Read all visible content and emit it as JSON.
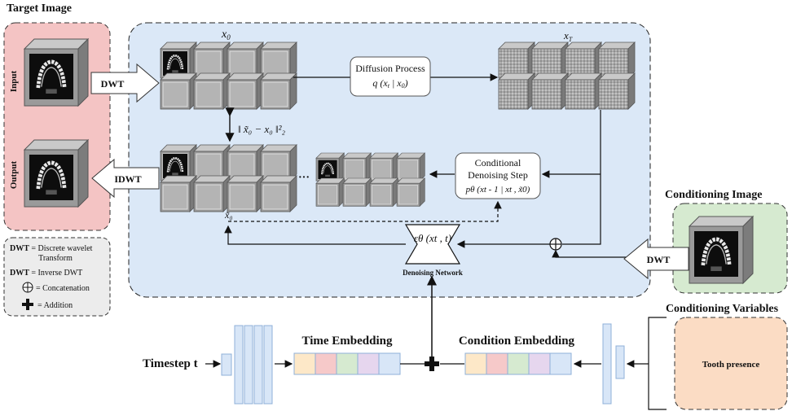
{
  "colors": {
    "target_panel": "#f4c4c4",
    "main_panel": "#dbe8f7",
    "cond_panel": "#d6ead0",
    "cond_vars_panel": "#fbdcc4",
    "legend_panel": "#ececec",
    "embed_cells": [
      "#fde8c8",
      "#f6c9c9",
      "#d6ead0",
      "#e6d6ee",
      "#d8e6f7"
    ]
  },
  "labels": {
    "target_image": "Target Image",
    "input": "Input",
    "output": "Output",
    "dwt": "DWT",
    "idwt": "IDWT",
    "x0": "x",
    "x0_sub": "0",
    "xt": "x",
    "xt_sub": "T",
    "diffusion_title": "Diffusion Process",
    "diffusion_formula": "q (x",
    "diffusion_formula_sub": "t",
    "diffusion_formula_rest": " | x",
    "diffusion_formula_sub2": "0",
    "diffusion_formula_end": ")",
    "loss": "‖ x̃₀ − x₀ ‖²₂",
    "cond_step_line1": "Conditional",
    "cond_step_line2": "Denoising Step",
    "cond_step_formula": "pθ (xt - 1 | xt , x̃0)",
    "xtilde0": "x̃₀",
    "ellipsis": "···",
    "eps": "εθ (xt , t)",
    "denoising_network": "Denoising Network",
    "conditioning_image": "Conditioning Image",
    "conditioning_variables": "Conditioning Variables",
    "tooth_presence": "Tooth presence",
    "time_embedding": "Time Embedding",
    "condition_embedding": "Condition Embedding",
    "timestep": "Timestep t",
    "legend_dwt_key": "DWT",
    "legend_dwt_val": " = Discrete wavelet",
    "legend_dwt_val2": "Transform",
    "legend_idwt_key": "DWT",
    "legend_idwt_val": " = Inverse DWT",
    "legend_concat": "= Concatenation",
    "legend_add": "= Addition"
  }
}
